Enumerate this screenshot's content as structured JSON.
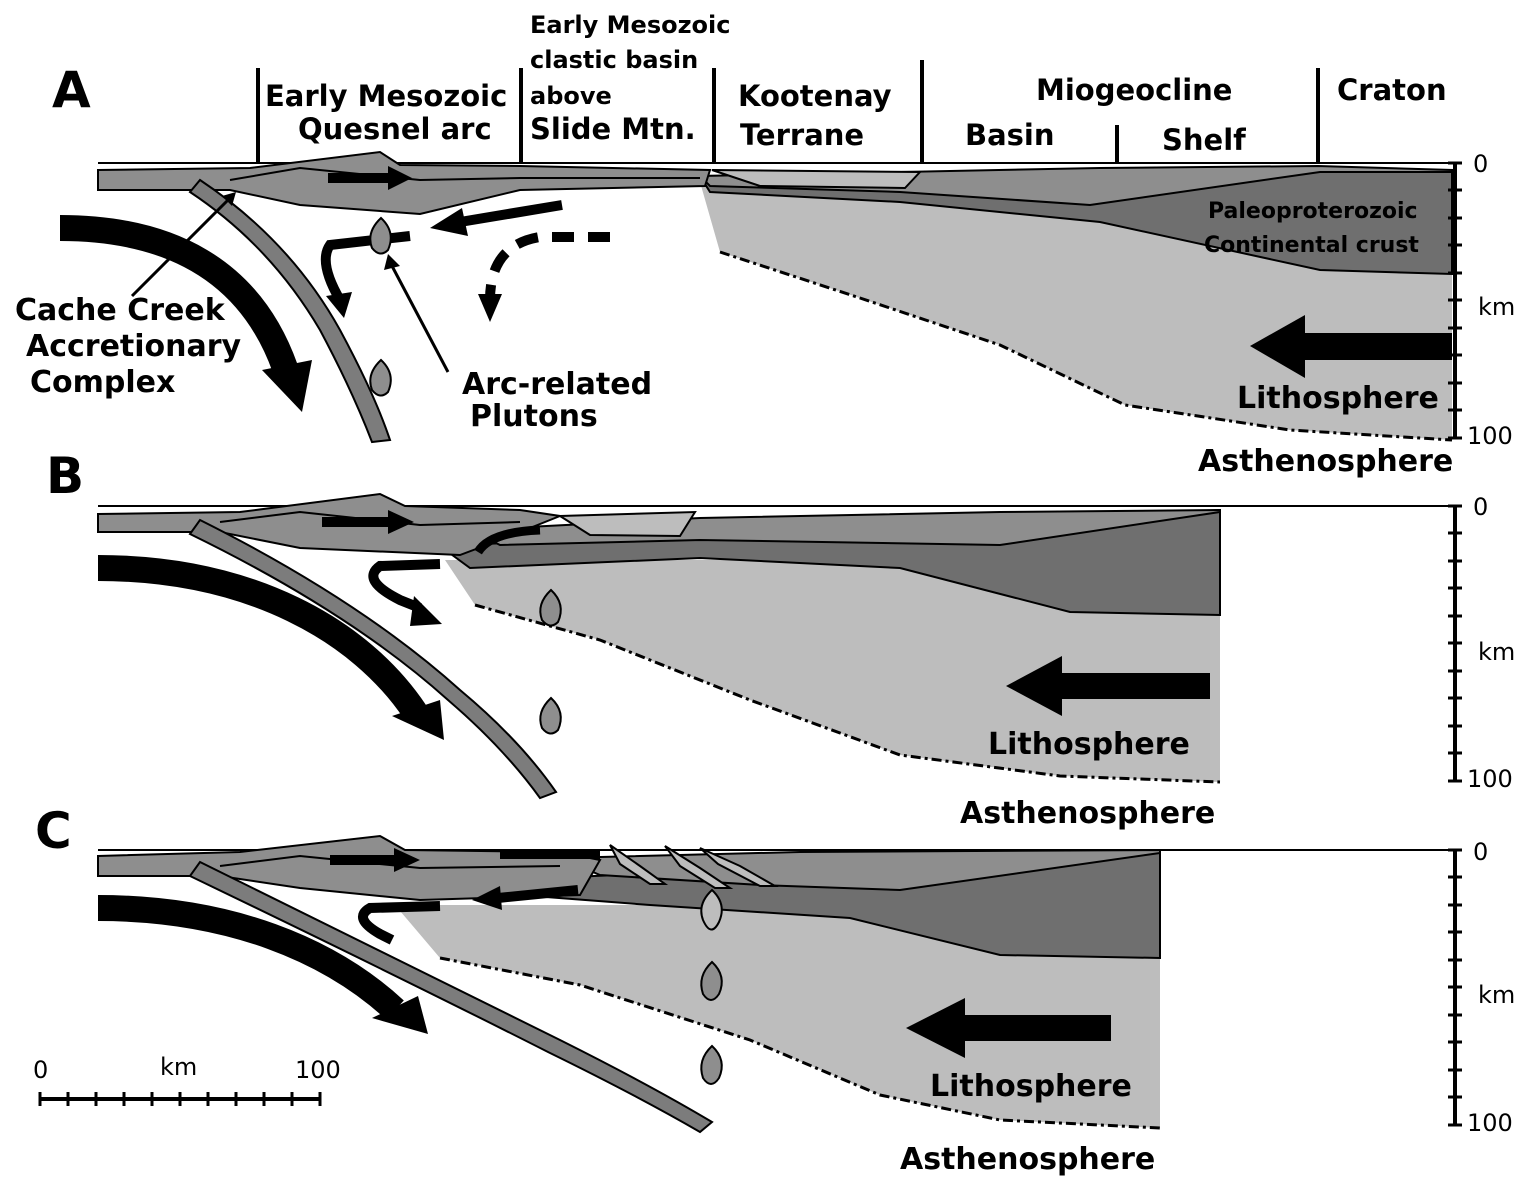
{
  "panels": [
    {
      "letter": "A"
    },
    {
      "letter": "B"
    },
    {
      "letter": "C"
    }
  ],
  "header": {
    "quesnel_line1": "Early Mesozoic",
    "quesnel_line2": "Quesnel arc",
    "clastic_line1": "Early Mesozoic",
    "clastic_line2": "clastic basin",
    "clastic_line3": "above",
    "clastic_line4": "Slide Mtn.",
    "kootenay_line1": "Kootenay",
    "kootenay_line2": "Terrane",
    "miogeocline": "Miogeocline",
    "basin": "Basin",
    "shelf": "Shelf",
    "craton": "Craton"
  },
  "labels": {
    "paleo_line1": "Paleoproterozoic",
    "paleo_line2": "Continental crust",
    "lithosphere": "Lithosphere",
    "asthenosphere": "Asthenosphere",
    "cache_line1": "Cache Creek",
    "cache_line2": "Accretionary",
    "cache_line3": "Complex",
    "arc_line1": "Arc-related",
    "arc_line2": "Plutons"
  },
  "depth_axis": {
    "top": "0",
    "unit": "km",
    "bottom": "100"
  },
  "scale_bar": {
    "start": "0",
    "unit": "km",
    "end": "100"
  },
  "colors": {
    "dark_crust": "#6f6f6f",
    "mid_crust": "#8e8e8e",
    "light_lithosphere": "#bdbdbd",
    "slab": "#7c7c7c",
    "arrow": "#000000"
  }
}
